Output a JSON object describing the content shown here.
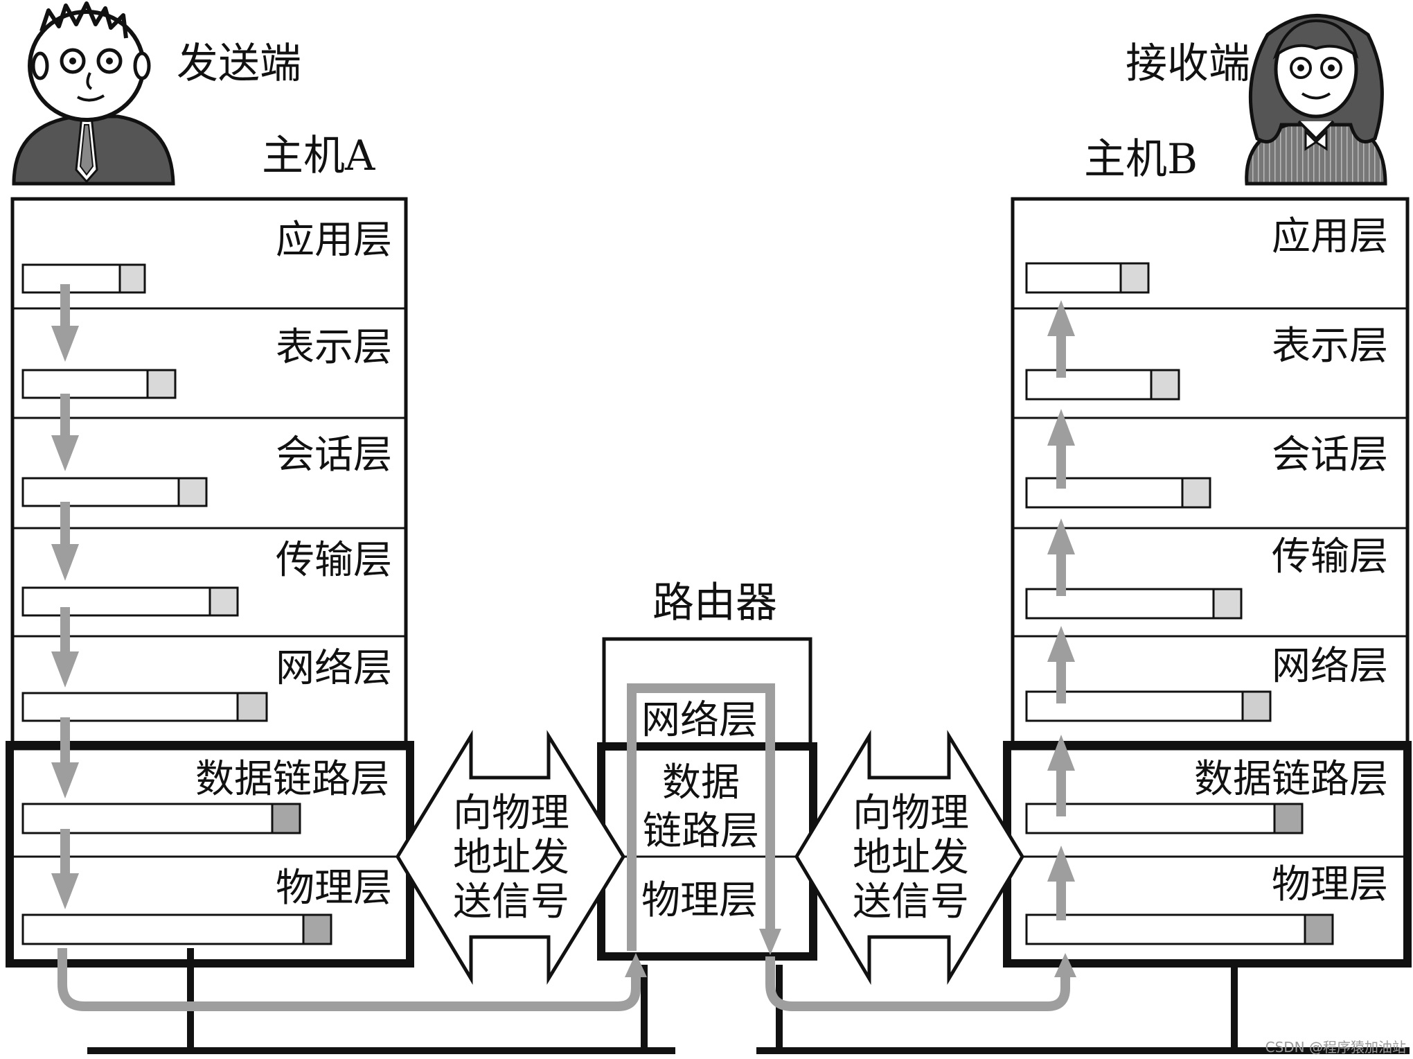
{
  "roles": {
    "sender": "发送端",
    "receiver": "接收端"
  },
  "hosts": {
    "a": "主机A",
    "b": "主机B"
  },
  "router": {
    "title": "路由器",
    "layers": [
      "网络层",
      "数据",
      "链路层",
      "物理层"
    ]
  },
  "layers": [
    "应用层",
    "表示层",
    "会话层",
    "传输层",
    "网络层",
    "数据链路层",
    "物理层"
  ],
  "link_label": [
    "向物理",
    "地址发",
    "送信号"
  ],
  "watermark": "CSDN @程序猿加油站",
  "colors": {
    "line": "#111111",
    "flow": "#9e9e9e",
    "header_light": "#d9d9d9",
    "header_dark": "#a6a6a6",
    "person_fill": "#5a5a5a"
  }
}
